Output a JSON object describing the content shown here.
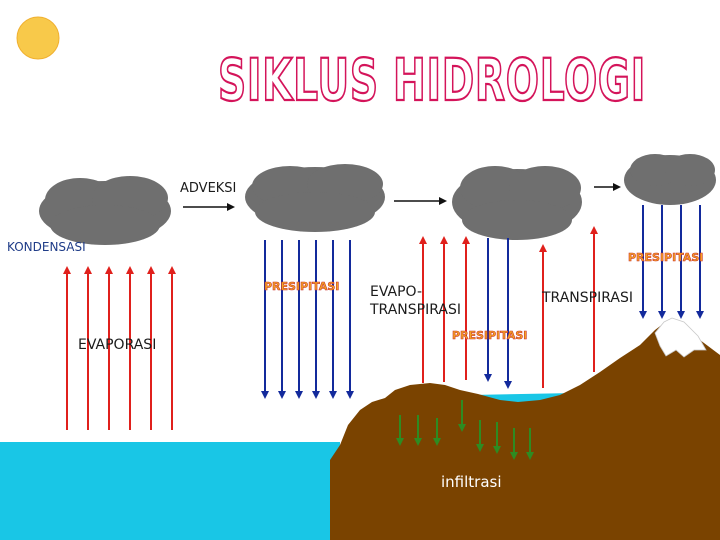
{
  "title": "SIKLUS HIDROLOGI",
  "labels": {
    "adveksi": "ADVEKSI",
    "kondensasi": "KONDENSASI",
    "evaporasi": "EVAPORASI",
    "presipitasi_1": "PRESIPITASI",
    "presipitasi_2": "PRESIPITASI",
    "presipitasi_3": "PRESIPITASI",
    "evapo_line1": "EVAPO-",
    "evapo_line2": "TRANSPIRASI",
    "transpirasi": "TRANSPIRASI",
    "infiltrasi": "infiltrasi"
  },
  "colors": {
    "sea": "#19c6e6",
    "land": "#7a4300",
    "cloud": "#6f6f6f",
    "sun": "#f8c94a",
    "up_arrow": "#e0201c",
    "down_arrow": "#132a9c",
    "infiltration_arrow": "#2e8b22",
    "title_outline": "#d4145a"
  }
}
